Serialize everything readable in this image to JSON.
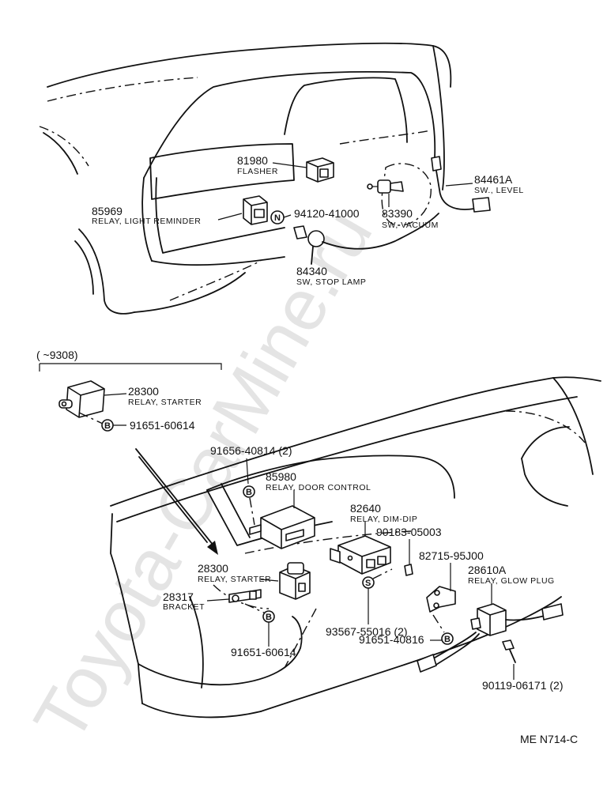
{
  "watermark": "Toyota-CarMine.ru",
  "footer_code": "ME N714-C",
  "inset": {
    "range": "(      ~9308)"
  },
  "parts": {
    "flasher": {
      "num": "81980",
      "desc": "FLASHER"
    },
    "level_sw": {
      "num": "84461A",
      "desc": "SW., LEVEL"
    },
    "light_reminder": {
      "num": "85969",
      "desc": "RELAY, LIGHT REMINDER"
    },
    "vacuum_sw": {
      "num": "83390",
      "desc": "SW, VACUUM"
    },
    "stop_lamp": {
      "num": "84340",
      "desc": "SW, STOP LAMP"
    },
    "starter_inset": {
      "num": "28300",
      "desc": "RELAY, STARTER"
    },
    "door_control": {
      "num": "85980",
      "desc": "RELAY, DOOR CONTROL"
    },
    "dim_dip": {
      "num": "82640",
      "desc": "RELAY, DIM-DIP"
    },
    "starter_main": {
      "num": "28300",
      "desc": "RELAY, STARTER"
    },
    "bracket": {
      "num": "28317",
      "desc": "BRACKET"
    },
    "glow_plug": {
      "num": "28610A",
      "desc": "RELAY, GLOW PLUG"
    }
  },
  "fasteners": {
    "n_symbol": "N",
    "n_part": "94120-41000",
    "b_symbol": "B",
    "s_symbol": "S",
    "bolt_inset": "91651-60614",
    "bolt_door": "91656-40814 (2)",
    "clip_dimdip": "90183-05003",
    "screw_dimdip": "93567-55016 (2)",
    "bracket_glow": "82715-95J00",
    "bolt_glow": "91651-40816",
    "screw_glow": "90119-06171 (2)",
    "bolt_starter": "91651-60614"
  }
}
